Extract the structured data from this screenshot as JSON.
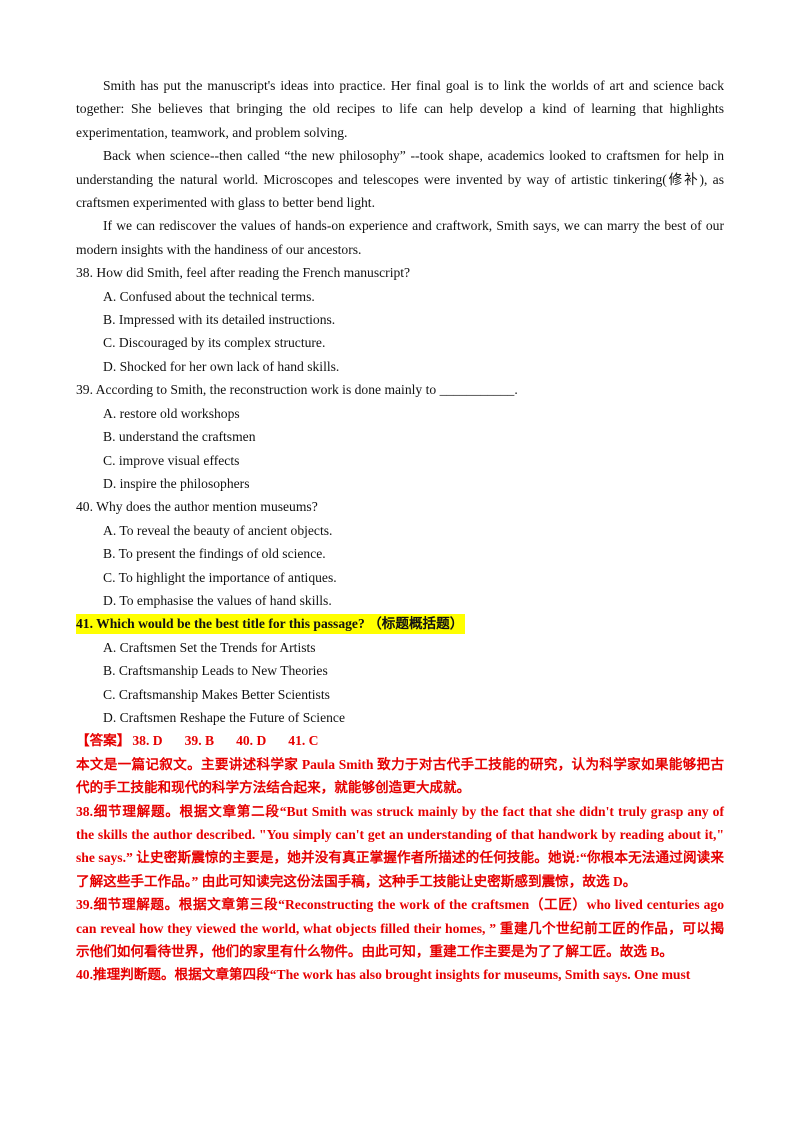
{
  "passage": {
    "p1": "Smith has put the manuscript's ideas into practice. Her final goal is to link the worlds of art and science back together: She believes that bringing the old recipes to life can help develop a kind of learning that highlights experimentation, teamwork, and problem solving.",
    "p2": "Back when science--then called “the new philosophy” --took shape, academics looked to craftsmen for help in understanding the natural world. Microscopes and telescopes were invented by way of artistic tinkering(修补), as craftsmen experimented with glass to better bend light.",
    "p3": "If we can rediscover the values of hands-on experience and craftwork, Smith says, we can marry the best of our modern insights with the handiness of our ancestors."
  },
  "questions": [
    {
      "stem": "38. How did Smith, feel after reading the French manuscript?",
      "options": [
        "A. Confused about the technical terms.",
        "B. Impressed with its detailed instructions.",
        "C. Discouraged by its complex structure.",
        "D. Shocked for her own lack of hand skills."
      ]
    },
    {
      "stem": "39. According to Smith, the reconstruction work is done mainly to ___________.",
      "options": [
        "A. restore old workshops",
        "B. understand the craftsmen",
        "C. improve visual effects",
        "D. inspire the philosophers"
      ]
    },
    {
      "stem": "40. Why does the author mention museums?",
      "options": [
        "A. To reveal the beauty of ancient objects.",
        "B. To present the findings of old science.",
        "C. To highlight the importance of antiques.",
        "D. To emphasise the values of hand skills."
      ]
    },
    {
      "stem": "41. Which would be the best title for this passage? （标题概括题）",
      "options": [
        "A. Craftsmen Set the Trends for Artists",
        "B. Craftsmanship Leads to New Theories",
        "C. Craftsmanship Makes Better Scientists",
        "D. Craftsmen Reshape the Future of Science"
      ]
    }
  ],
  "answers": {
    "label": "【答案】",
    "a38": "38. D",
    "a39": "39. B",
    "a40": "40. D",
    "a41": "41. C"
  },
  "explanations": {
    "summary": "本文是一篇记叙文。主要讲述科学家 Paula Smith 致力于对古代手工技能的研究，认为科学家如果能够把古代的手工技能和现代的科学方法结合起来，就能够创造更大成就。",
    "e38": "38.细节理解题。根据文章第二段“But Smith was struck mainly by the fact that she didn't truly grasp any of the skills the author described. \"You simply can't get an understanding of that handwork by reading about it,\" she says.” 让史密斯震惊的主要是，她并没有真正掌握作者所描述的任何技能。她说:“你根本无法通过阅读来了解这些手工作品。” 由此可知读完这份法国手稿，这种手工技能让史密斯感到震惊，故选 D。",
    "e39": "39.细节理解题。根据文章第三段“Reconstructing the work of the craftsmen（工匠）who lived centuries ago can reveal how they viewed the world, what objects filled their homes, ” 重建几个世纪前工匠的作品，可以揭示他们如何看待世界，他们的家里有什么物件。由此可知，重建工作主要是为了了解工匠。故选 B。",
    "e40": "40.推理判断题。根据文章第四段“The work has also brought insights for museums, Smith says. One must"
  },
  "colors": {
    "answer_red": "#e60000",
    "highlight": "#ffff00"
  }
}
